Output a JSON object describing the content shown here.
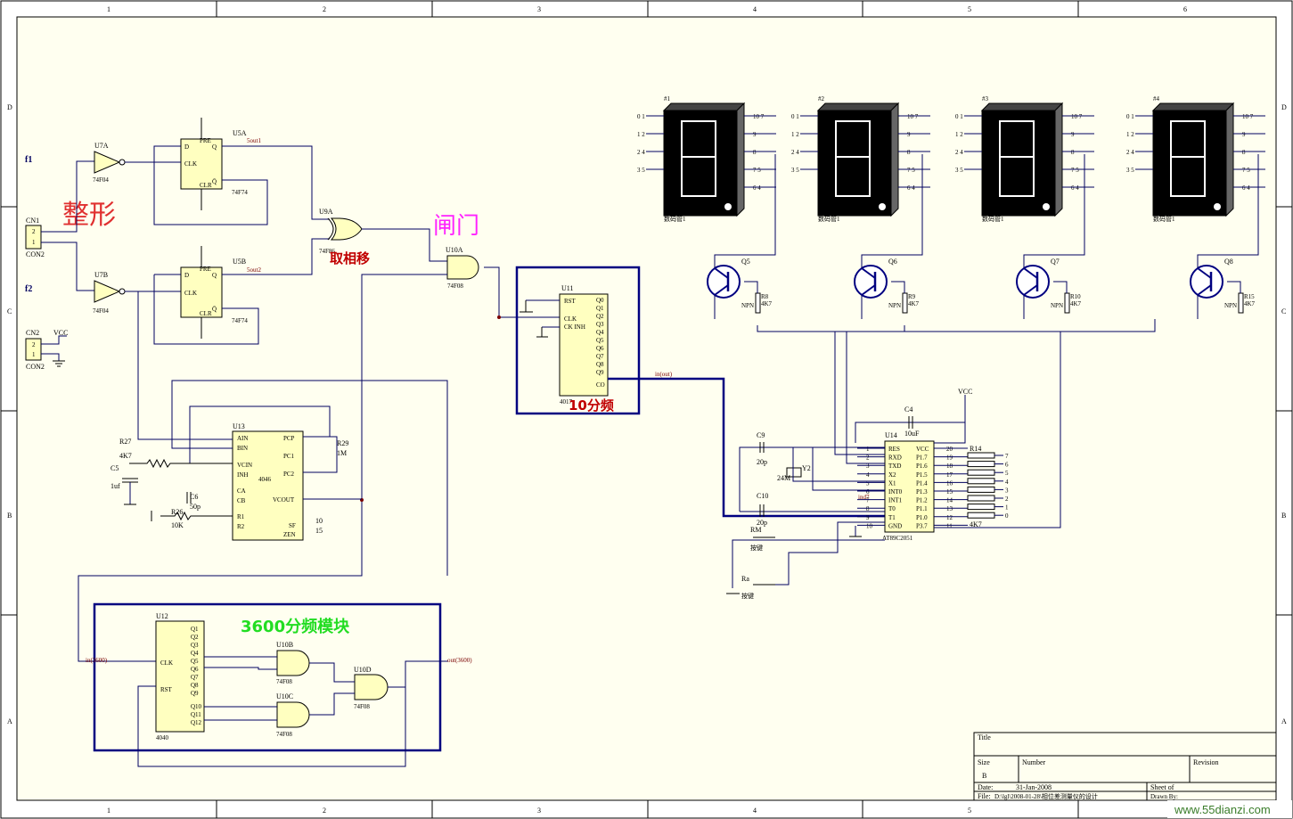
{
  "frame": {
    "cols": [
      "1",
      "2",
      "3",
      "4",
      "5",
      "6"
    ],
    "rows": [
      "D",
      "C",
      "B",
      "A"
    ]
  },
  "annotations": {
    "shaping": "整形",
    "gate": "闸门",
    "phase_take": "取相移",
    "div10": "10分频",
    "div3600": "3600分频模块",
    "f1": "f1",
    "f2": "f2"
  },
  "connectors": {
    "cn1": {
      "ref": "CN1",
      "type": "CON2"
    },
    "cn2": {
      "ref": "CN2",
      "type": "CON2",
      "vcc": "VCC"
    }
  },
  "gates": {
    "u7a": {
      "ref": "U7A",
      "type": "74F04"
    },
    "u7b": {
      "ref": "U7B",
      "type": "74F04"
    },
    "u9a": {
      "ref": "U9A",
      "type": "74F86"
    },
    "u10a": {
      "ref": "U10A",
      "type": "74F08"
    },
    "u10b": {
      "ref": "U10B",
      "type": "74F08"
    },
    "u10c": {
      "ref": "U10C",
      "type": "74F08"
    },
    "u10d": {
      "ref": "U10D",
      "type": "74F08"
    }
  },
  "flipflops": {
    "u5a": {
      "ref": "U5A",
      "type": "74F74",
      "pins": [
        "D",
        "CLK",
        "Q",
        "Q̄",
        "PRE",
        "CLR"
      ]
    },
    "u5b": {
      "ref": "U5B",
      "type": "74F74",
      "pins": [
        "D",
        "CLK",
        "Q",
        "Q̄",
        "PRE",
        "CLR"
      ]
    }
  },
  "u11": {
    "ref": "U11",
    "type": "4017",
    "left_pins": [
      "RST",
      "CLK",
      "CK INH"
    ],
    "right_pins": [
      "Q0",
      "Q1",
      "Q2",
      "Q3",
      "Q4",
      "Q5",
      "Q6",
      "Q7",
      "Q8",
      "Q9",
      "CO"
    ]
  },
  "u13": {
    "ref": "U13",
    "type": "4046",
    "left_pins": [
      "AIN",
      "BIN",
      "VCIN",
      "INH",
      "CA",
      "CB",
      "R1",
      "R2"
    ],
    "right_pins": [
      "PCP",
      "PC1",
      "PC2",
      "VCOUT",
      "SF",
      "ZEN"
    ]
  },
  "u12": {
    "ref": "U12",
    "type": "4040",
    "left_pins": [
      "CLK",
      "RST"
    ],
    "right_pins": [
      "Q1",
      "Q2",
      "Q3",
      "Q4",
      "Q5",
      "Q6",
      "Q7",
      "Q8",
      "Q9",
      "Q10",
      "Q11",
      "Q12"
    ]
  },
  "u14": {
    "ref": "U14",
    "type": "AT89C2051",
    "left_pins": [
      "RES",
      "RXD",
      "TXD",
      "X2",
      "X1",
      "INT0",
      "INT1",
      "T0",
      "T1",
      "GND"
    ],
    "right_pins": [
      "VCC",
      "P1.7",
      "P1.6",
      "P1.5",
      "P1.4",
      "P1.3",
      "P1.2",
      "P1.1",
      "P1.0",
      "P3.7"
    ]
  },
  "displays": [
    {
      "ref": "#1",
      "label": "数码管1"
    },
    {
      "ref": "#2",
      "label": "数码管1"
    },
    {
      "ref": "#3",
      "label": "数码管1"
    },
    {
      "ref": "#4",
      "label": "数码管1"
    }
  ],
  "transistors": [
    {
      "ref": "Q5",
      "type": "NPN",
      "r": "R8",
      "rv": "4K7"
    },
    {
      "ref": "Q6",
      "type": "NPN",
      "r": "R9",
      "rv": "4K7"
    },
    {
      "ref": "Q7",
      "type": "NPN",
      "r": "R10",
      "rv": "4K7"
    },
    {
      "ref": "Q8",
      "type": "NPN",
      "r": "R15",
      "rv": "4K7"
    }
  ],
  "passives": {
    "r27": {
      "ref": "R27",
      "val": "4K7"
    },
    "r26": {
      "ref": "R26",
      "val": "10K"
    },
    "r29": {
      "ref": "R29",
      "val": "1M"
    },
    "c5": {
      "ref": "C5",
      "val": "1uf"
    },
    "c6": {
      "ref": "C6",
      "val": "50p"
    },
    "c4": {
      "ref": "C4",
      "val": "10uF"
    },
    "c9": {
      "ref": "C9",
      "val": "20p"
    },
    "c10": {
      "ref": "C10",
      "val": "20p"
    },
    "y2": {
      "ref": "Y2",
      "val": "24M"
    },
    "r14": {
      "ref": "R14",
      "val": "4K7"
    }
  },
  "switches": [
    {
      "ref": "RM",
      "label": "按键"
    },
    {
      "ref": "Ra",
      "label": "按键"
    }
  ],
  "nets": {
    "out1": "5out1",
    "out2": "5out2",
    "sout": "in(out)",
    "in3600": "in(3600)",
    "out3600": "out(3600)",
    "vcc": "VCC",
    "ind7": "ind7"
  },
  "title_block": {
    "title": "Title",
    "size_label": "Size",
    "size": "B",
    "number_label": "Number",
    "revision_label": "Revision",
    "date_label": "Date:",
    "date": "31-Jan-2008",
    "sheet": "Sheet of",
    "file_label": "File:",
    "file": "D:\\lgl\\2008-01-28\\相位差测量仪的设计",
    "drawn_by": "Drawn By:"
  },
  "watermark": "www.55dianzi.com",
  "colors": {
    "wire": "#000060",
    "chip": "#ffffc0",
    "box": "#000080",
    "paper": "#fffff0"
  }
}
